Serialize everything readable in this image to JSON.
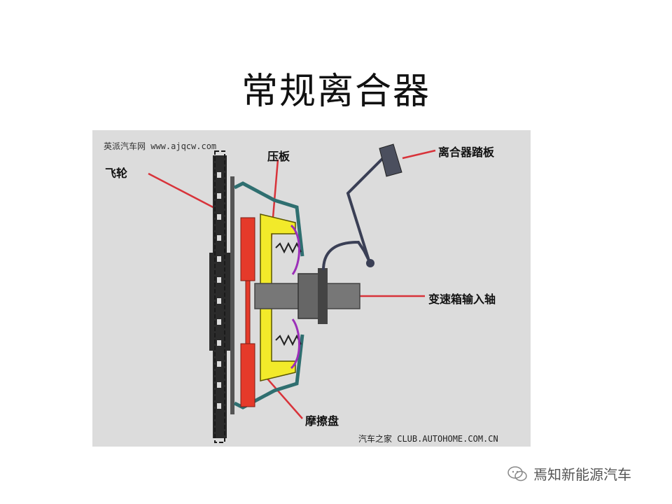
{
  "slide": {
    "title": "常规离合器"
  },
  "diagram": {
    "watermark_top": "英派汽车网 www.ajqcw.com",
    "watermark_bottom": "汽车之家 CLUB.AUTOHOME.COM.CN",
    "labels": {
      "flywheel": "飞轮",
      "pressure_plate": "压板",
      "clutch_pedal": "离合器踏板",
      "input_shaft": "变速箱输入轴",
      "friction_disc": "摩擦盘"
    }
  },
  "footer": {
    "brand": "焉知新能源汽车",
    "icon": "chat-bubble-icon"
  },
  "colors": {
    "background": "#dcdcdc",
    "pressure_plate": "#f2ea2a",
    "friction_disc": "#e53a2a",
    "flywheel": "#2b2b2b",
    "cover": "#2f6f70",
    "spring": "#9b2fb8",
    "leader": "#d8333a",
    "shaft": "#777777"
  }
}
